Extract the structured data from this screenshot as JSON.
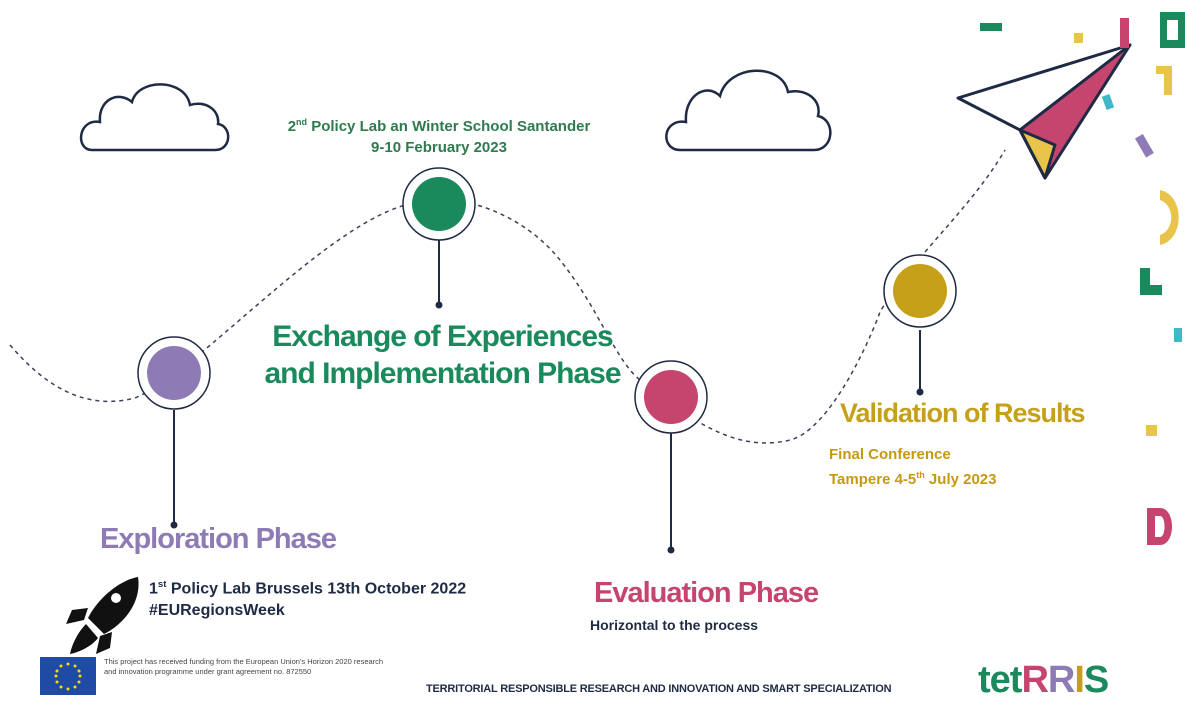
{
  "phases": {
    "exploration": {
      "title": "Exploration Phase",
      "color": "#8e7bb5"
    },
    "exchange": {
      "title": "Exchange of Experiences and Implementation Phase",
      "color": "#1a8a5c"
    },
    "evaluation": {
      "title": "Evaluation Phase",
      "subtitle": "Horizontal to the process",
      "color": "#c6456e"
    },
    "validation": {
      "title": "Validation of Results",
      "color": "#c7a01a"
    }
  },
  "events": {
    "brussels": {
      "prefix": "1",
      "sup": "st",
      "rest": " Policy Lab Brussels 13th October 2022",
      "hashtag": "#EURegionsWeek"
    },
    "santander": {
      "prefix": "2",
      "sup": "nd",
      "rest": " Policy Lab an Winter School Santander",
      "dates": "9-10 February 2023"
    },
    "tampere": {
      "line1": "Final Conference",
      "prefix": "Tampere 4-5",
      "sup": "th",
      "rest": " July 2023"
    }
  },
  "funding": {
    "text": "This project has received funding from the European Union's Horizon 2020 research and innovation programme under grant agreement no. 872550"
  },
  "footer": {
    "text": "TERRITORIAL RESPONSIBLE RESEARCH AND INNOVATION AND SMART SPECIALIZATION"
  },
  "logo": {
    "p1": "tet",
    "p2": "R",
    "p3": "R",
    "p4": "I",
    "p5": "S"
  },
  "icons": [
    "cloud-icon",
    "rocket-icon",
    "paper-plane-icon",
    "eu-flag-icon"
  ]
}
